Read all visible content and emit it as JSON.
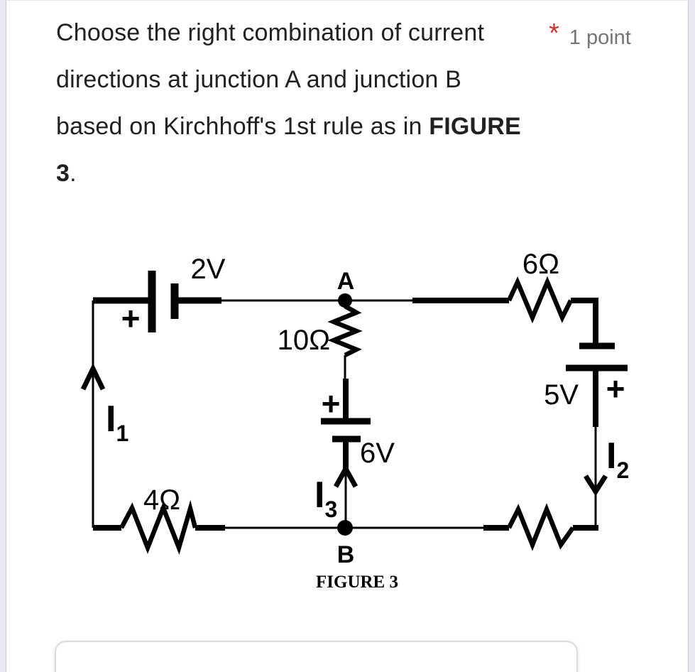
{
  "page": {
    "background_color": "#e8e7f2",
    "card_background": "#ffffff",
    "card_border_color": "#c9c9d6"
  },
  "question": {
    "text_main": "Choose the right combination of current directions at junction A and junction B based on Kirchhoff's 1st rule as in ",
    "text_bold": "FIGURE 3",
    "text_suffix": ".",
    "required_marker": "*",
    "required_color": "#d93025",
    "points_label": "1 point",
    "points_color": "#757575"
  },
  "figure": {
    "caption": "FIGURE 3",
    "stroke_color": "#000000",
    "junction_a": "A",
    "junction_b": "B",
    "battery_left_label": "2V",
    "battery_middle_label": "6V",
    "battery_right_label": "5V",
    "resistor_middle_label": "10Ω",
    "resistor_top_right_label": "6Ω",
    "resistor_bottom_left_label": "4Ω",
    "plus_sign": "+",
    "currents": {
      "i1": {
        "symbol": "I",
        "sub": "1"
      },
      "i2": {
        "symbol": "I",
        "sub": "2"
      },
      "i3": {
        "symbol": "I",
        "sub": "3"
      }
    }
  }
}
